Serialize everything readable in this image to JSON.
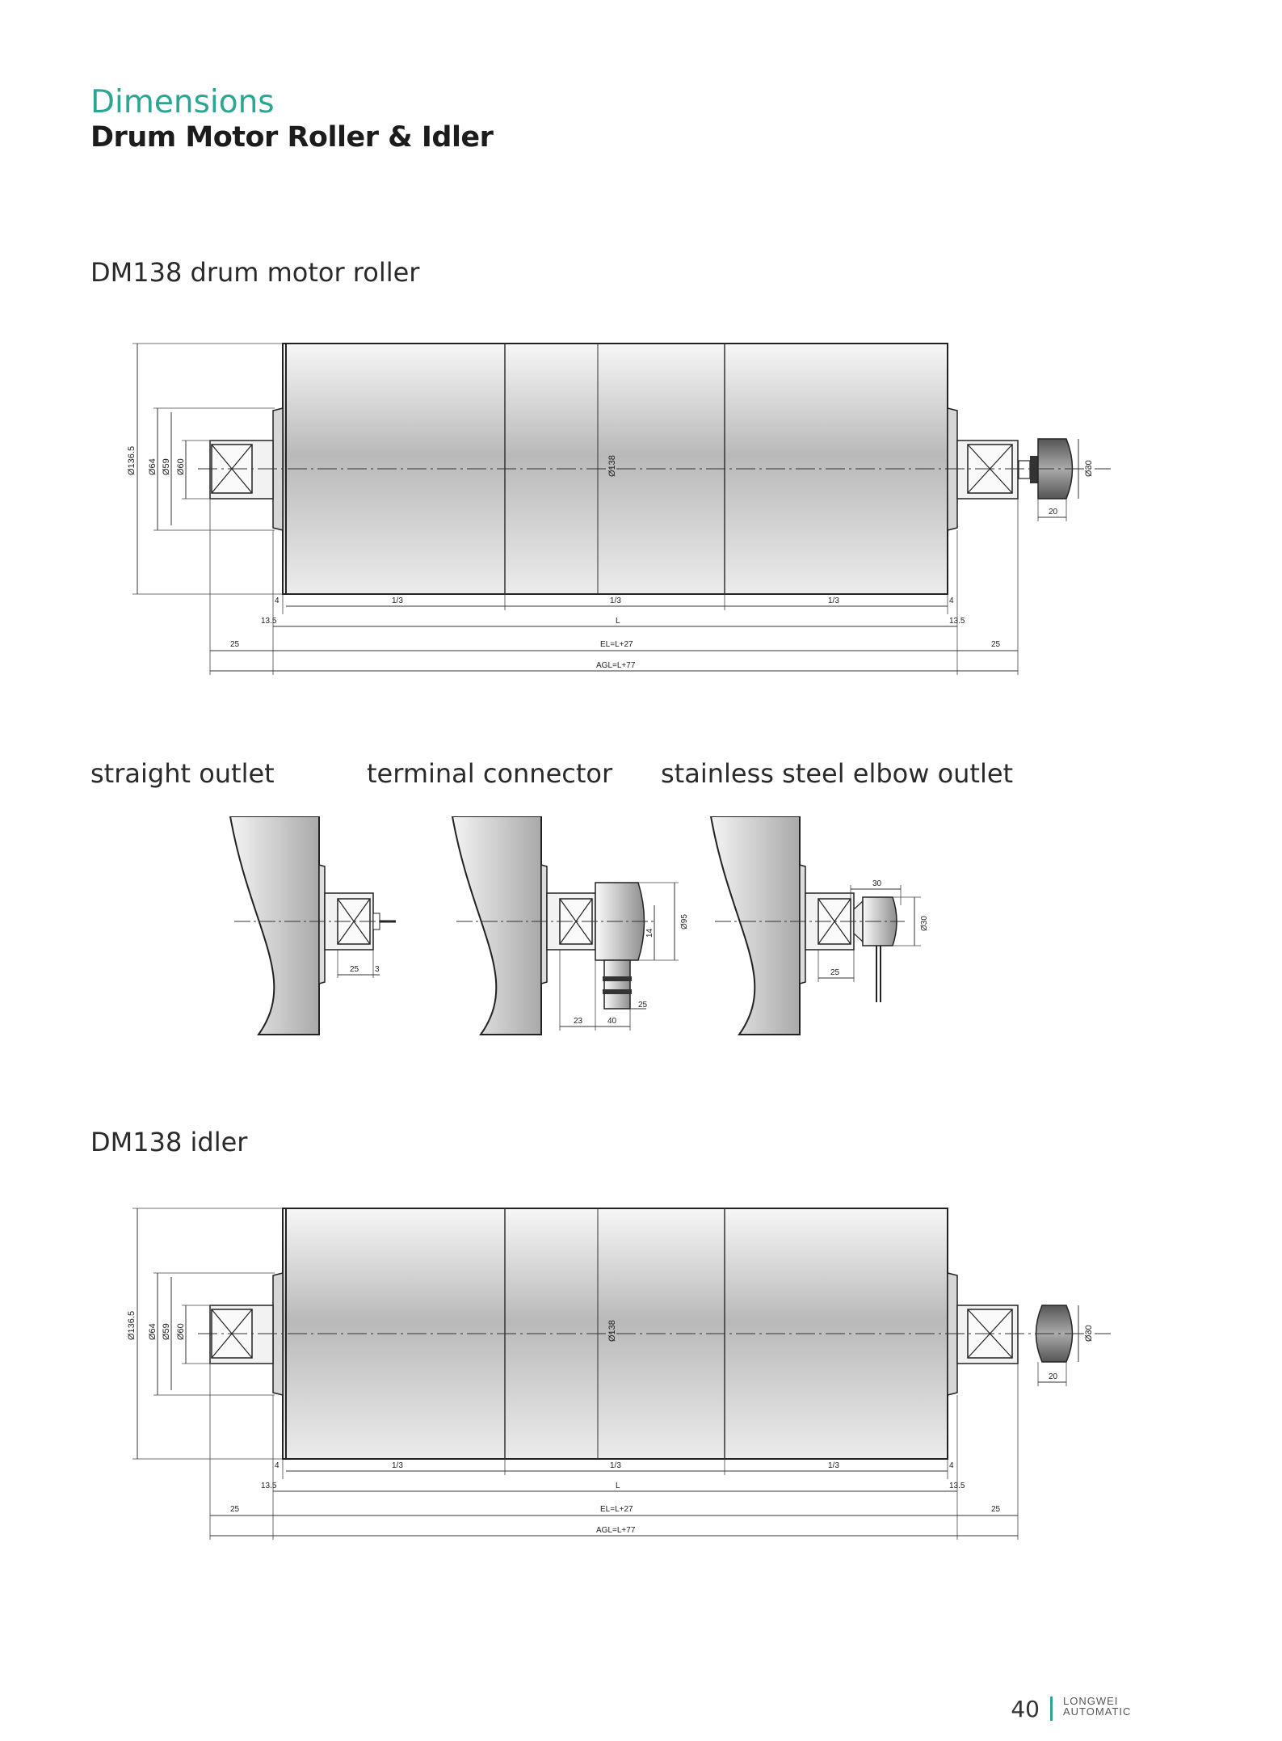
{
  "header": {
    "section": "Dimensions",
    "title": "Drum Motor Roller & Idler"
  },
  "sections": {
    "roller": "DM138 drum motor roller",
    "outlet_straight": "straight outlet",
    "outlet_terminal": "terminal connector",
    "outlet_elbow": "stainless steel elbow outlet",
    "idler": "DM138 idler"
  },
  "dims": {
    "d1365": "Ø136.5",
    "d64": "Ø64",
    "d59": "Ø59",
    "d60": "Ø60",
    "d138": "Ø138",
    "d30": "Ø30",
    "w20": "20",
    "third": "1/3",
    "four": "4",
    "thirteen": "13.5",
    "L": "L",
    "twentyfive": "25",
    "EL": "EL=L+27",
    "AGL": "AGL=L+77",
    "three": "3",
    "d95": "Ø95",
    "fourteen": "14",
    "twentythree": "23",
    "forty": "40",
    "thirty": "30"
  },
  "footer": {
    "page": "40",
    "brand1": "LONGWEI",
    "brand2": "AUTOMATIC"
  }
}
